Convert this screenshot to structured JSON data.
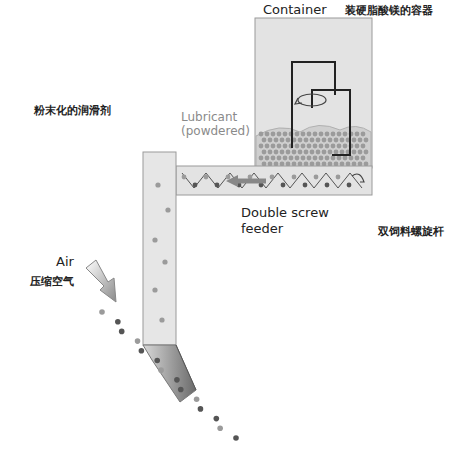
{
  "diagram": {
    "nodes": [
      {
        "text": [
          "Container",
          "装硬脂酸镁的容器"
        ]
      }
    ],
    "labels": [
      "粉末化的润滑剂",
      "Lubricant (powdered)",
      "Double screw feeder",
      "双饲料螺旋杆",
      "Air",
      "压缩空气"
    ]
  }
}
